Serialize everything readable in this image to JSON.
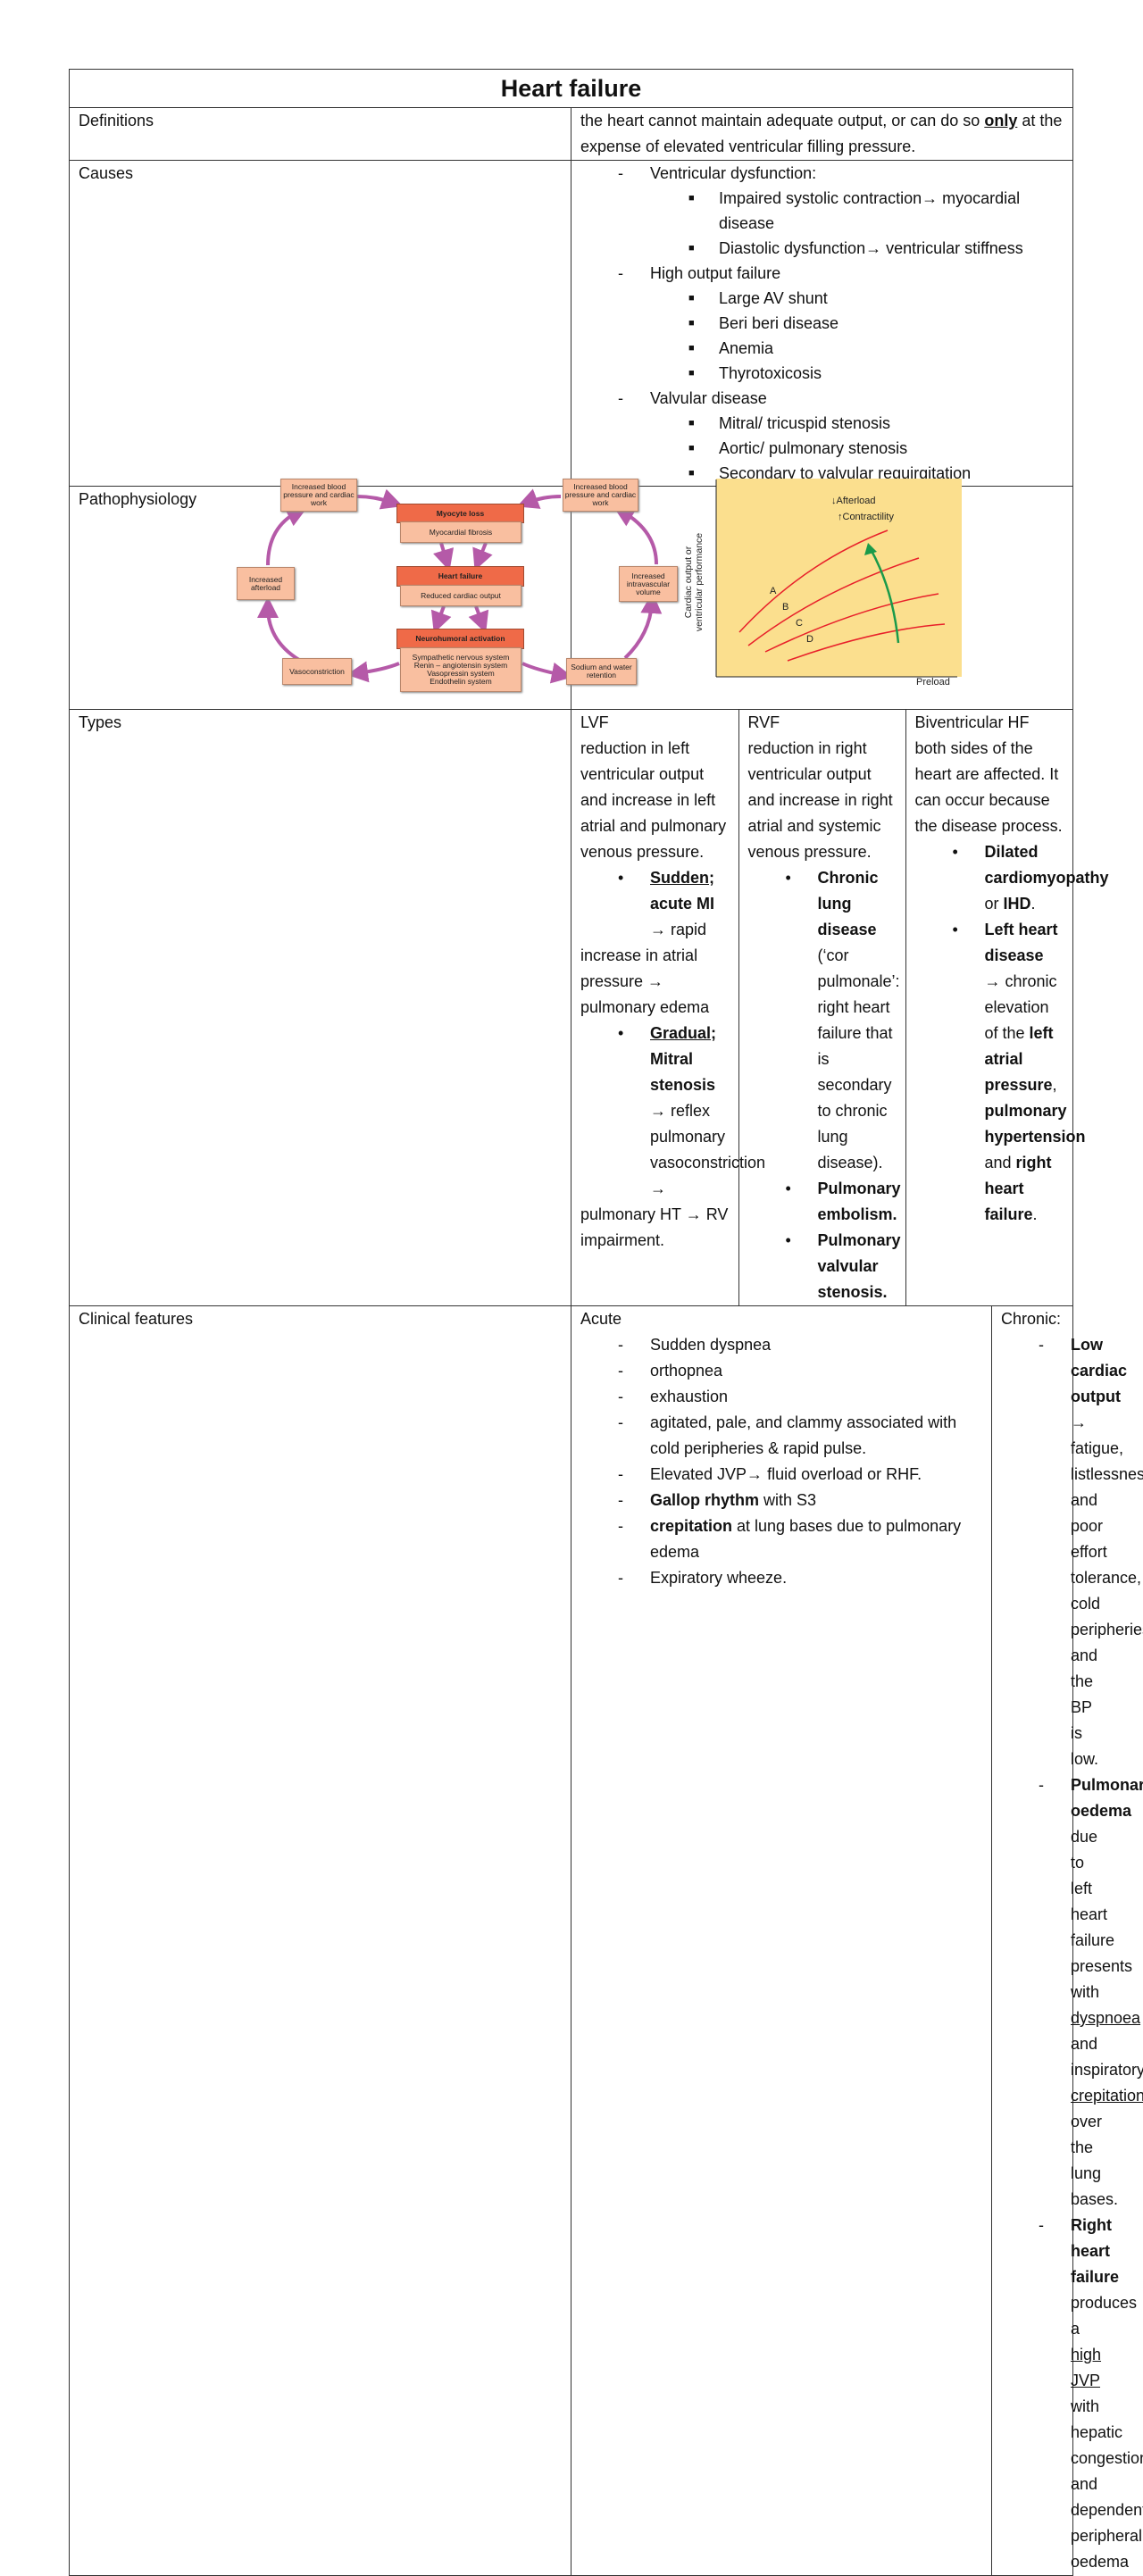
{
  "title": "Heart failure",
  "definitions": {
    "label": "Definitions",
    "blocks": [
      {
        "type": "p",
        "segs": [
          [
            "the heart cannot maintain adequate output, or can do so ",
            ""
          ],
          [
            "only",
            "bu"
          ],
          [
            " at the expense of elevated ventricular filling pressure.",
            ""
          ]
        ]
      }
    ]
  },
  "causes": {
    "label": "Causes",
    "blocks": [
      {
        "type": "dash",
        "segs": [
          [
            "Ventricular dysfunction:",
            ""
          ]
        ]
      },
      {
        "type": "sq",
        "segs": [
          [
            "Impaired systolic contraction→ myocardial disease",
            ""
          ]
        ]
      },
      {
        "type": "sq",
        "segs": [
          [
            "Diastolic dysfunction→ ventricular stiffness",
            ""
          ]
        ]
      },
      {
        "type": "dash",
        "segs": [
          [
            "High output failure",
            ""
          ]
        ]
      },
      {
        "type": "sq",
        "segs": [
          [
            "Large AV shunt",
            ""
          ]
        ]
      },
      {
        "type": "sq",
        "segs": [
          [
            "Beri beri disease",
            ""
          ]
        ]
      },
      {
        "type": "sq",
        "segs": [
          [
            "Anemia",
            ""
          ]
        ]
      },
      {
        "type": "sq",
        "segs": [
          [
            "Thyrotoxicosis",
            ""
          ]
        ]
      },
      {
        "type": "dash",
        "segs": [
          [
            "Valvular disease",
            ""
          ]
        ]
      },
      {
        "type": "sq",
        "segs": [
          [
            "Mitral/ tricuspid stenosis",
            ""
          ]
        ]
      },
      {
        "type": "sq",
        "segs": [
          [
            "Aortic/ pulmonary stenosis",
            ""
          ]
        ]
      },
      {
        "type": "sq",
        "segs": [
          [
            "Secondary to valvular reguirgitation",
            ""
          ]
        ]
      }
    ]
  },
  "pathophysiology": {
    "label": "Pathophysiology",
    "flow": {
      "top_left": "Increased blood pressure and cardiac work",
      "top_right": "Increased blood pressure and cardiac work",
      "afterload": "Increased afterload",
      "intravascular": "Increased intravascular volume",
      "vasoconstriction": "Vasoconstriction",
      "sodium": "Sodium and water retention",
      "myocyte_loss": "Myocyte loss",
      "fibrosis": "Myocardial fibrosis",
      "heart_failure": "Heart failure",
      "reduced_output": "Reduced cardiac output",
      "neurohumoral": "Neurohumoral activation",
      "systems": [
        "Sympathetic nervous system",
        "Renin – angiotensin system",
        "Vasopressin system",
        "Endothelin system"
      ]
    },
    "graph": {
      "ylabel_1": "Cardiac output or",
      "ylabel_2": "ventricular performance",
      "xlabel": "Preload",
      "annot_1": "Afterload",
      "annot_2": "Contractility",
      "curves": [
        "A",
        "B",
        "C",
        "D"
      ],
      "colors": {
        "background": "#fbdf8e",
        "curve": "#e8202a",
        "arrow": "#1a9a4a"
      }
    }
  },
  "types": {
    "label": "Types",
    "lvf": [
      {
        "type": "p",
        "segs": [
          [
            "LVF",
            ""
          ]
        ]
      },
      {
        "type": "p",
        "segs": [
          [
            "reduction in left ventricular output and increase in left atrial and pulmonary venous pressure.",
            ""
          ]
        ]
      },
      {
        "type": "dot",
        "segs": [
          [
            "Sudden",
            "bu"
          ],
          [
            "; acute MI →",
            "b"
          ],
          [
            " rapid",
            ""
          ]
        ]
      },
      {
        "type": "p",
        "segs": [
          [
            "increase in atrial pressure → pulmonary edema",
            ""
          ]
        ]
      },
      {
        "type": "dot",
        "segs": [
          [
            "Gradual",
            "bu"
          ],
          [
            "; Mitral stenosis",
            "b"
          ],
          [
            " → reflex pulmonary vasoconstriction →",
            ""
          ]
        ]
      },
      {
        "type": "p",
        "segs": [
          [
            "pulmonary HT → RV impairment.",
            ""
          ]
        ]
      }
    ],
    "rvf": [
      {
        "type": "p",
        "segs": [
          [
            "RVF",
            ""
          ]
        ]
      },
      {
        "type": "p",
        "segs": [
          [
            "reduction in right ventricular output and increase in right atrial and systemic venous pressure.",
            ""
          ]
        ]
      },
      {
        "type": "dot",
        "segs": [
          [
            "Chronic lung disease",
            "b"
          ],
          [
            " (‘cor pulmonale’: right heart failure that is secondary to chronic lung disease).",
            ""
          ]
        ]
      },
      {
        "type": "dot",
        "segs": [
          [
            "Pulmonary embolism.",
            "b"
          ]
        ]
      },
      {
        "type": "dot",
        "segs": [
          [
            "Pulmonary valvular stenosis.",
            "b"
          ]
        ]
      }
    ],
    "biv": [
      {
        "type": "p",
        "segs": [
          [
            "Biventricular HF",
            ""
          ]
        ]
      },
      {
        "type": "p",
        "segs": [
          [
            "both sides of the heart are affected. It can occur because the disease process.",
            ""
          ]
        ]
      },
      {
        "type": "dot",
        "segs": [
          [
            "Dilated cardiomyopathy",
            "b"
          ],
          [
            " or ",
            ""
          ],
          [
            "IHD",
            "b"
          ],
          [
            ".",
            ""
          ]
        ]
      },
      {
        "type": "dot",
        "segs": [
          [
            "Left heart disease",
            "b"
          ],
          [
            " → chronic elevation of the ",
            ""
          ],
          [
            "left atrial pressure",
            "b"
          ],
          [
            ", ",
            ""
          ],
          [
            "pulmonary hypertension",
            "b"
          ],
          [
            " and ",
            ""
          ],
          [
            "right heart failure",
            "b"
          ],
          [
            ".",
            ""
          ]
        ]
      }
    ]
  },
  "clinical": {
    "label": "Clinical features",
    "acute": [
      {
        "type": "p",
        "segs": [
          [
            "Acute",
            ""
          ]
        ]
      },
      {
        "type": "dash",
        "segs": [
          [
            "Sudden dyspnea",
            ""
          ]
        ]
      },
      {
        "type": "dash",
        "segs": [
          [
            "orthopnea",
            ""
          ]
        ]
      },
      {
        "type": "dash",
        "segs": [
          [
            "exhaustion",
            ""
          ]
        ]
      },
      {
        "type": "dash",
        "segs": [
          [
            "agitated, pale, and clammy associated with cold peripheries & rapid pulse.",
            ""
          ]
        ]
      },
      {
        "type": "dash",
        "segs": [
          [
            "Elevated JVP→ fluid overload or RHF.",
            ""
          ]
        ]
      },
      {
        "type": "dash",
        "segs": [
          [
            "Gallop rhythm",
            "b"
          ],
          [
            " with S3",
            ""
          ]
        ]
      },
      {
        "type": "dash",
        "segs": [
          [
            "crepitation",
            "b"
          ],
          [
            " at lung bases due to pulmonary edema",
            ""
          ]
        ]
      },
      {
        "type": "dash",
        "segs": [
          [
            "Expiratory wheeze.",
            ""
          ]
        ]
      }
    ],
    "chronic": [
      {
        "type": "p",
        "segs": [
          [
            "Chronic:",
            ""
          ]
        ]
      },
      {
        "type": "dash",
        "segs": [
          [
            "Low cardiac output",
            "b"
          ],
          [
            " → fatigue, listlessness and poor effort tolerance, cold peripheries and the BP is low.",
            ""
          ]
        ]
      },
      {
        "type": "dash",
        "segs": [
          [
            "Pulmonary oedema",
            "b"
          ],
          [
            " due to left heart failure presents with ",
            ""
          ],
          [
            "dyspnoea",
            "u"
          ],
          [
            " and inspiratory ",
            ""
          ],
          [
            "crepitations",
            "u"
          ],
          [
            " over the lung bases.",
            ""
          ]
        ]
      },
      {
        "type": "dash",
        "segs": [
          [
            "Right heart failure",
            "b"
          ],
          [
            " produces a ",
            ""
          ],
          [
            "high JVP ",
            "u"
          ],
          [
            "with hepatic congestion and dependent peripheral oedema",
            ""
          ]
        ]
      }
    ]
  }
}
